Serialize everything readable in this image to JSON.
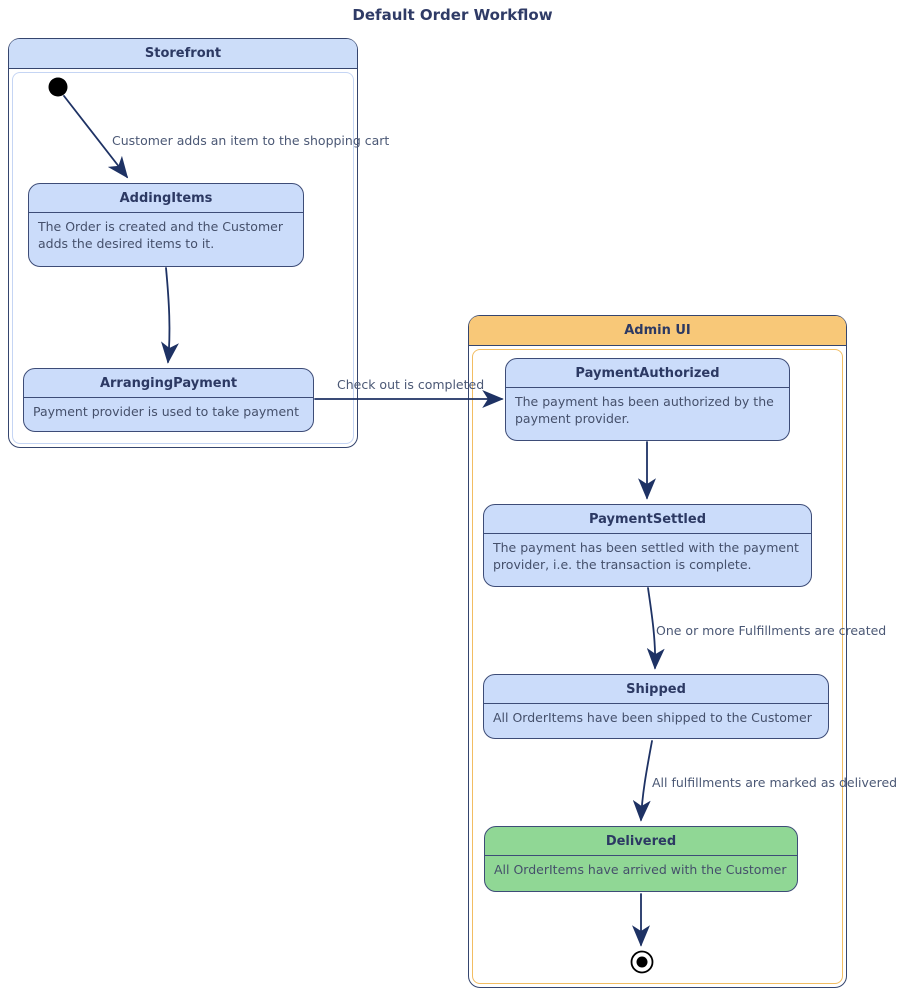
{
  "title": "Default Order Workflow",
  "containers": {
    "storefront": {
      "title": "Storefront"
    },
    "admin_ui": {
      "title": "Admin UI"
    }
  },
  "states": {
    "adding_items": {
      "name": "AddingItems",
      "description": "The Order is created and the Customer adds the desired items to it."
    },
    "arranging_payment": {
      "name": "ArrangingPayment",
      "description": "Payment provider is used to take payment"
    },
    "payment_authorized": {
      "name": "PaymentAuthorized",
      "description": "The payment has been authorized by the payment provider."
    },
    "payment_settled": {
      "name": "PaymentSettled",
      "description": "The payment has been settled with the payment provider, i.e. the transaction is complete."
    },
    "shipped": {
      "name": "Shipped",
      "description": "All OrderItems have been shipped to the Customer"
    },
    "delivered": {
      "name": "Delivered",
      "description": "All OrderItems have arrived with the Customer"
    }
  },
  "transitions": {
    "start_to_adding": "Customer adds an item to the shopping cart",
    "arranging_to_authorized": "Check out is completed",
    "settled_to_shipped": "One or more Fulfillments are created",
    "shipped_to_delivered": "All fulfillments are marked as delivered"
  },
  "icons": {
    "initial_state": "filled-circle",
    "final_state": "bullseye-circle"
  },
  "colors": {
    "canvas_bg": "#FFFFFF",
    "title_text": "#2F3B66",
    "navy_border": "#35456E",
    "arrow": "#1E3264",
    "state_fill": "#CBDCFA",
    "state_border": "#3D4C77",
    "state_name_text": "#2C3963",
    "state_desc_text": "#45506B",
    "label_text": "#4B5875",
    "container_blue_fill": "#CCDDF9",
    "container_blue_inner_border": "#C5D5F4",
    "container_orange_fill": "#F8C878",
    "container_orange_inner_border": "#F2BD62",
    "delivered_fill": "#90D795",
    "initial_final": "#000000"
  }
}
